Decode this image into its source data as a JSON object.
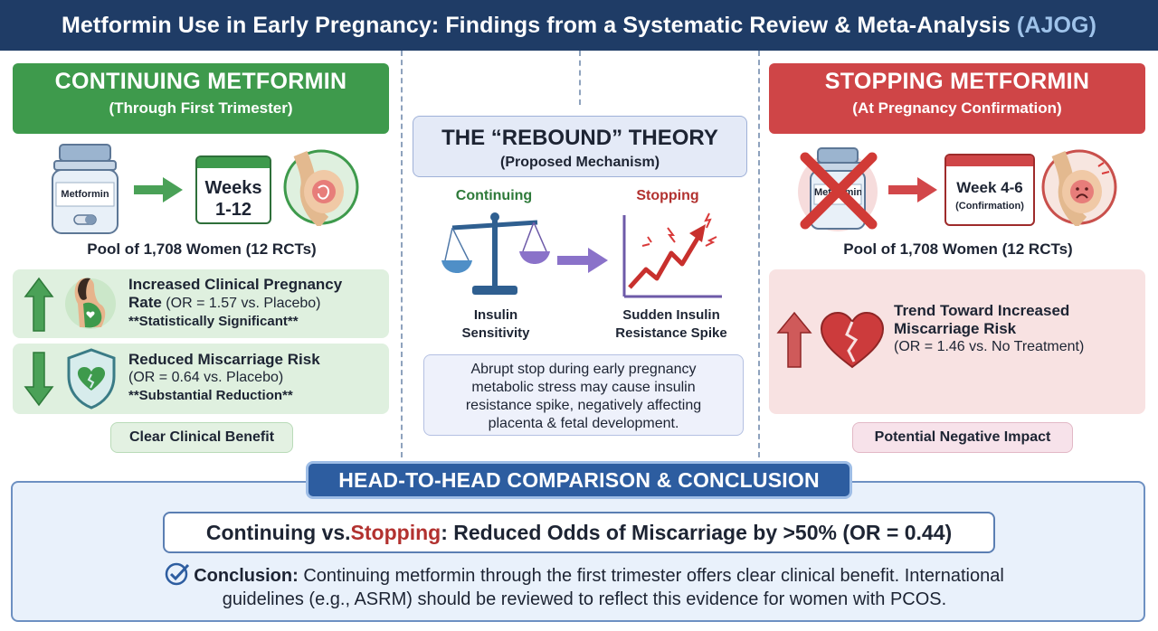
{
  "header": {
    "title_main": "Metformin Use in Early Pregnancy: Findings from a Systematic Review & Meta-Analysis",
    "title_source": "(AJOG)"
  },
  "continuing": {
    "title": "CONTINUING METFORMIN",
    "subtitle": "(Through First Trimester)",
    "bottle_label": "Metformin",
    "calendar_line1": "Weeks",
    "calendar_line2": "1-12",
    "pool": "Pool of 1,708 Women (12 RCTs)",
    "finding1": {
      "title1": "Increased Clinical Pregnancy",
      "title2_bold": "Rate",
      "title2_rest": " (OR = 1.57 vs. Placebo)",
      "note": "**Statistically Significant**"
    },
    "finding2": {
      "title": "Reduced Miscarriage Risk",
      "detail": "(OR = 0.64 vs. Placebo)",
      "note": "**Substantial Reduction**"
    },
    "footer": "Clear Clinical Benefit"
  },
  "theory": {
    "title": "THE “REBOUND” THEORY",
    "subtitle": "(Proposed Mechanism)",
    "left_label": "Continuing",
    "right_label": "Stopping",
    "left_caption1": "Insulin",
    "left_caption2": "Sensitivity",
    "right_caption1": "Sudden Insulin",
    "right_caption2": "Resistance Spike",
    "note": [
      "Abrupt stop during early pregnancy",
      "metabolic stress may cause insulin",
      "resistance spike, negatively affecting",
      "placenta & fetal development."
    ]
  },
  "stopping": {
    "title": "STOPPING METFORMIN",
    "subtitle": "(At Pregnancy Confirmation)",
    "bottle_label": "Metformin",
    "calendar_line1": "Week 4-6",
    "calendar_line2": "(Confirmation)",
    "pool": "Pool of 1,708 Women (12 RCTs)",
    "finding": {
      "title1": "Trend Toward Increased",
      "title2": "Miscarriage Risk",
      "detail": "(OR = 1.46 vs. No Treatment)"
    },
    "footer": "Potential Negative Impact"
  },
  "comparison": {
    "badge": "HEAD-TO-HEAD COMPARISON & CONCLUSION",
    "result_a": "Continuing vs. ",
    "result_b": "Stopping",
    "result_c": ": Reduced Odds of Miscarriage by >50% (OR = 0.44)",
    "conclusion_label": "Conclusion:",
    "conclusion_text1": " Continuing metformin through the first trimester offers clear clinical benefit. International",
    "conclusion_text2": "guidelines (e.g., ASRM) should be reviewed to reflect this evidence for women with PCOS."
  },
  "colors": {
    "header_bg": "#1f3c66",
    "green": "#3e9a4c",
    "red": "#cf4547",
    "blue": "#2d5da0"
  },
  "icons": [
    "pill-bottle-icon",
    "arrow-right-icon",
    "calendar-icon",
    "pregnancy-icon",
    "arrow-up-icon",
    "pregnant-woman-icon",
    "arrow-down-icon",
    "shield-heart-icon",
    "balance-scale-icon",
    "spike-chart-icon",
    "cross-icon",
    "broken-heart-icon",
    "check-circle-icon"
  ]
}
